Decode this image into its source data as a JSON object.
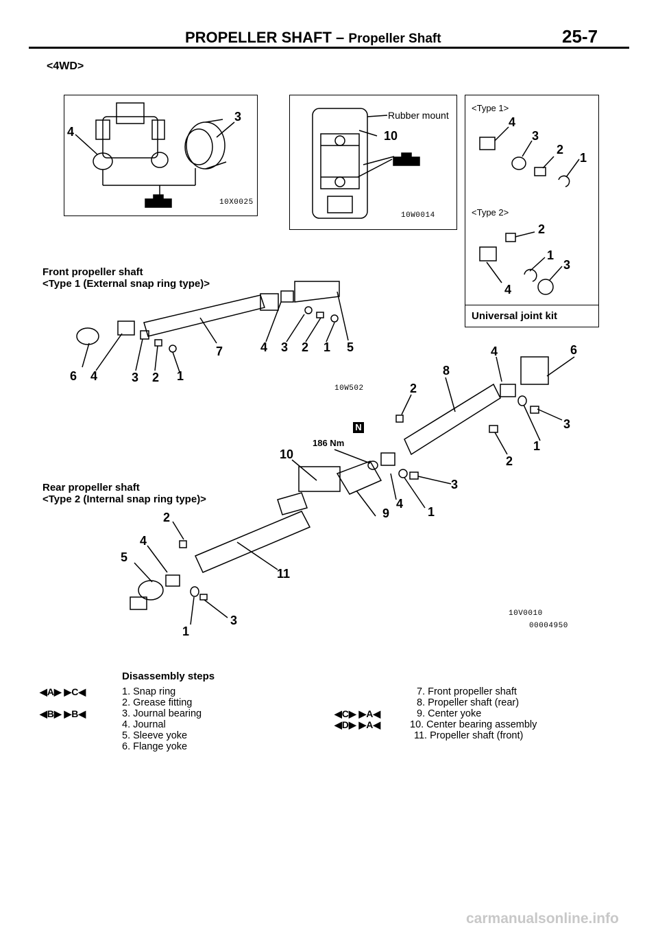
{
  "header": {
    "title": "PROPELLER SHAFT",
    "dash": "–",
    "subtitle": "Propeller Shaft",
    "page_number": "25-7"
  },
  "variant": "<4WD>",
  "panels": {
    "top_left": {
      "callout_4": "4",
      "callout_3": "3",
      "code": "10X0025"
    },
    "top_middle": {
      "rubber_mount": "Rubber mount",
      "callout_10": "10",
      "code": "10W0014"
    },
    "kit": {
      "type1": "<Type 1>",
      "type2": "<Type 2>",
      "t1_4": "4",
      "t1_3": "3",
      "t1_2": "2",
      "t1_1": "1",
      "t2_2": "2",
      "t2_1": "1",
      "t2_3": "3",
      "t2_4": "4",
      "caption": "Universal joint kit"
    }
  },
  "front_shaft": {
    "title": "Front propeller shaft",
    "subtitle": "<Type 1 (External snap ring type)>",
    "code": "10W502",
    "c6": "6",
    "c4": "4",
    "c3": "3",
    "c2": "2",
    "c1": "1",
    "c7": "7",
    "c4b": "4",
    "c3b": "3",
    "c2b": "2",
    "c1b": "1",
    "c5": "5"
  },
  "rear_shaft": {
    "title": "Rear propeller shaft",
    "subtitle": "<Type 2 (Internal snap ring type)>",
    "torque": "186 Nm",
    "n_symbol": "N",
    "code1": "10V0010",
    "code2": "00004950",
    "c8": "8",
    "c4": "4",
    "c6": "6",
    "c2": "2",
    "c3": "3",
    "c1": "1",
    "c2b": "2",
    "c10": "10",
    "c3b": "3",
    "c4b": "4",
    "c1b": "1",
    "c9": "9",
    "c2c": "2",
    "c4c": "4",
    "c5": "5",
    "c11": "11",
    "c3c": "3",
    "c1c": "1"
  },
  "steps": {
    "title": "Disassembly steps",
    "left": [
      {
        "marks": "◀A▶  ▶C◀",
        "text": "1. Snap ring"
      },
      {
        "marks": "",
        "text": "2. Grease fitting"
      },
      {
        "marks": "◀B▶  ▶B◀",
        "text": "3. Journal bearing"
      },
      {
        "marks": "",
        "text": "4. Journal"
      },
      {
        "marks": "",
        "text": "5. Sleeve yoke"
      },
      {
        "marks": "",
        "text": "6. Flange yoke"
      }
    ],
    "right": [
      {
        "marks": "",
        "text": "7. Front propeller shaft"
      },
      {
        "marks": "",
        "text": "8. Propeller shaft (rear)"
      },
      {
        "marks": "◀C▶  ▶A◀",
        "text": "9. Center yoke"
      },
      {
        "marks": "◀D▶  ▶A◀",
        "text": "10. Center bearing assembly"
      },
      {
        "marks": "",
        "text": "11. Propeller shaft (front)"
      }
    ]
  },
  "watermark": "carmanualsonline.info"
}
